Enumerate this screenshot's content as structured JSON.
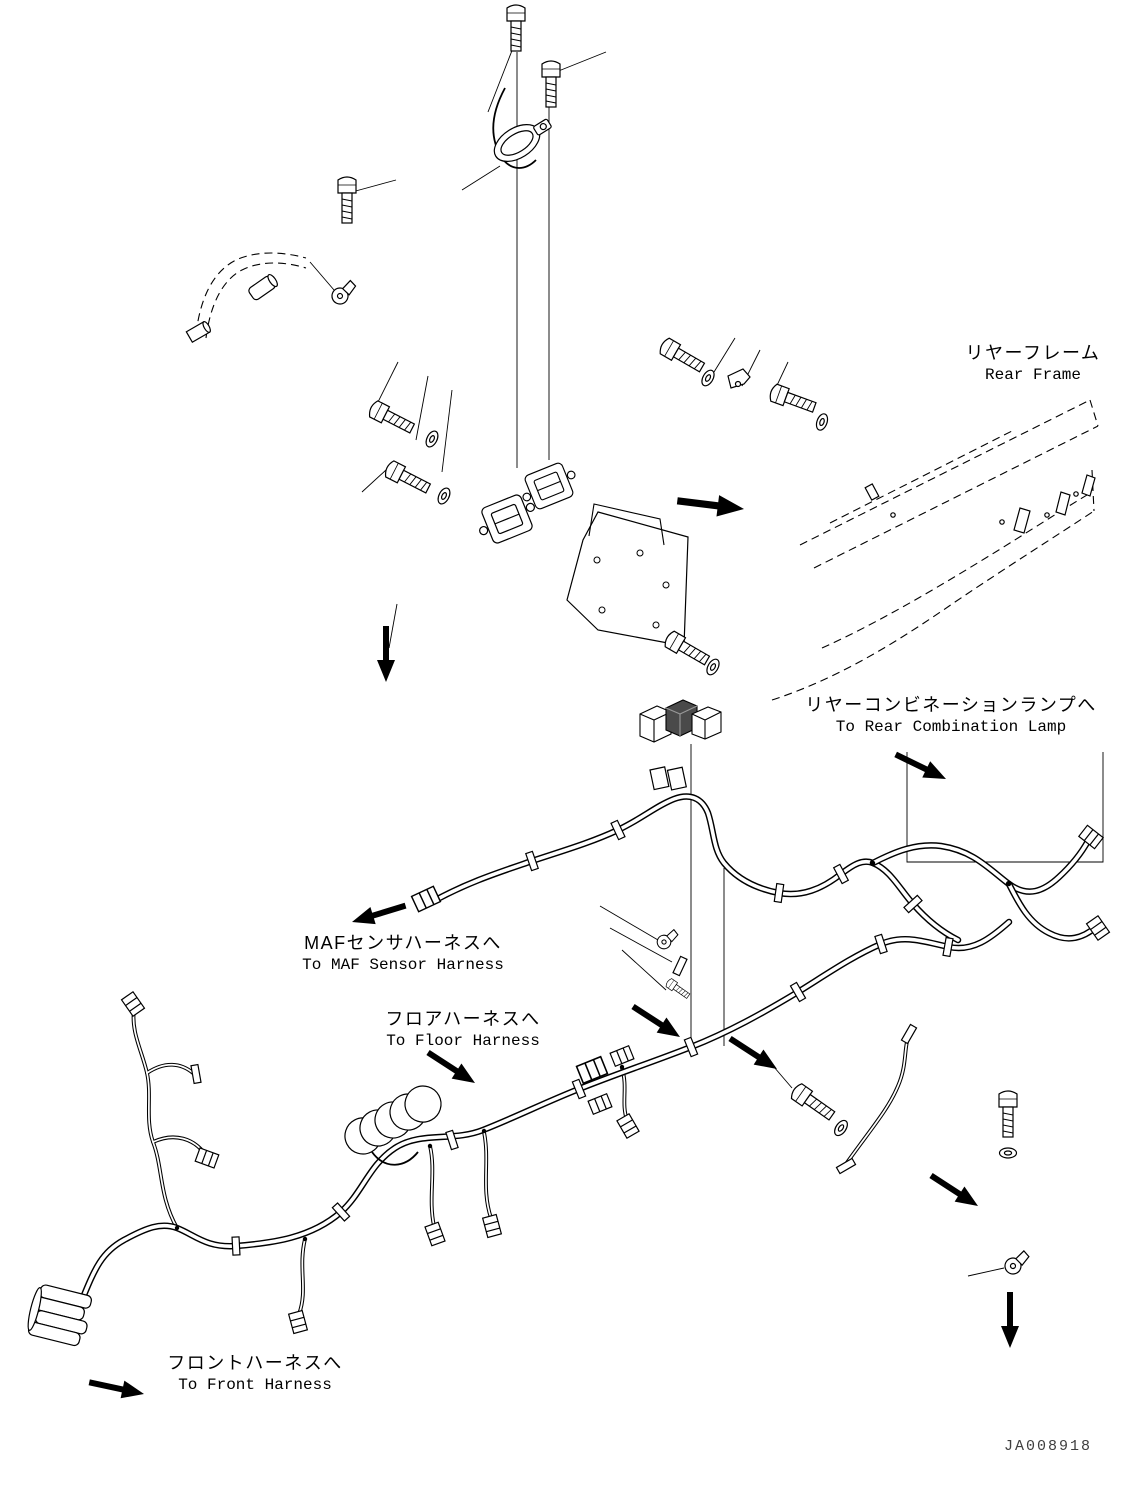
{
  "page": {
    "background": "#ffffff",
    "line_color": "#000000",
    "drawing_number_color": "#3f3f3f"
  },
  "labels": {
    "rear_frame": {
      "jp": "リヤーフレーム",
      "en": "Rear Frame"
    },
    "rear_combination_lamp": {
      "jp": "リヤーコンビネーションランプへ",
      "en": "To Rear Combination Lamp"
    },
    "maf_sensor_harness": {
      "jp": "MAFセンサハーネスへ",
      "en": "To MAF Sensor Harness"
    },
    "floor_harness": {
      "jp": "フロアハーネスへ",
      "en": "To Floor Harness"
    },
    "front_harness": {
      "jp": "フロントハーネスへ",
      "en": "To Front Harness"
    }
  },
  "drawing_number": "JA008918"
}
